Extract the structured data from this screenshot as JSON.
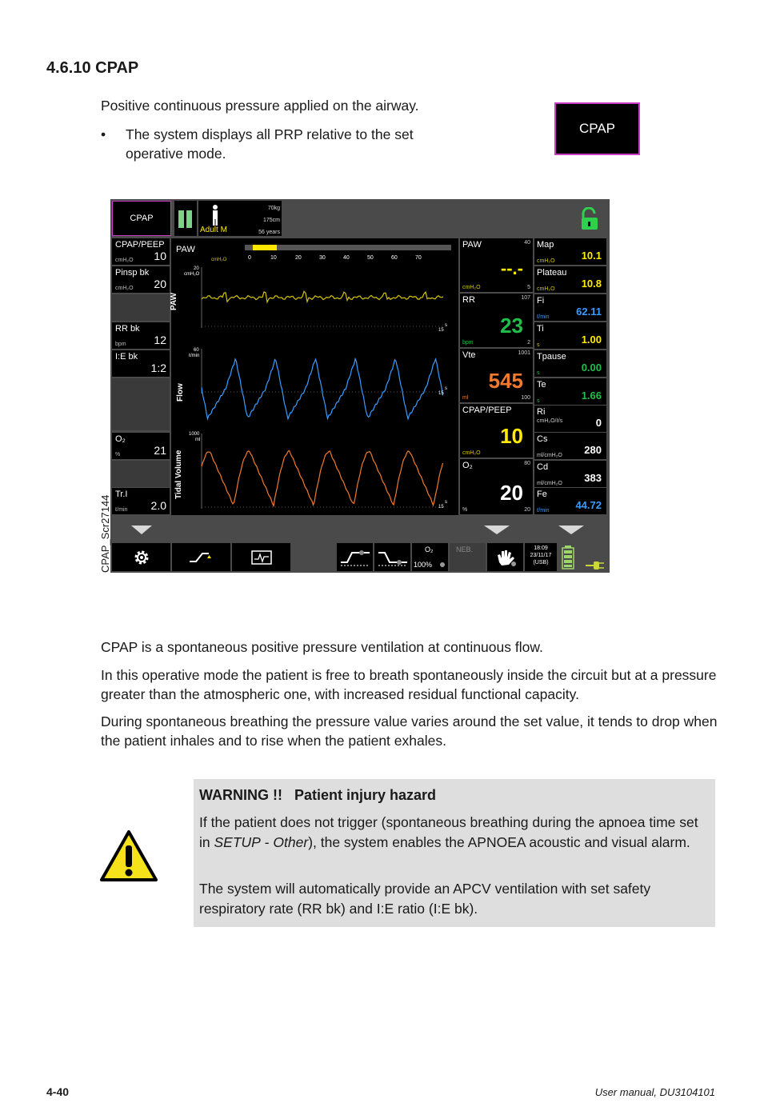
{
  "section": {
    "heading": "4.6.10 CPAP",
    "intro": "Positive continuous pressure applied on the airway.",
    "bullet": "The system displays all PRP relative to the set operative mode.",
    "bullet_marker": "•",
    "mode_button_label": "CPAP"
  },
  "screen": {
    "mode_label": "CPAP",
    "patient": {
      "type": "Adult M",
      "weight": "70kg",
      "height": "175cm",
      "age": "56 years"
    },
    "left_params": [
      {
        "label": "CPAP/PEEP",
        "unit": "cmH₂O",
        "value": "10"
      },
      {
        "label": "Pinsp bk",
        "unit": "cmH₂O",
        "value": "20"
      },
      {
        "label": "RR bk",
        "unit": "bpm",
        "value": "12"
      },
      {
        "label": "I:E bk",
        "unit": "",
        "value": "1:2"
      },
      {
        "label": "O₂",
        "unit": "%",
        "value": "21"
      },
      {
        "label": "Tr.I",
        "unit": "ℓ/min",
        "value": "2.0"
      }
    ],
    "paw_bar": {
      "label": "PAW",
      "unit": "cmH₂O",
      "ticks": [
        "0",
        "10",
        "20",
        "30",
        "40",
        "50",
        "60",
        "70"
      ]
    },
    "waveforms": [
      {
        "label": "PAW",
        "scale_top": "20",
        "scale_unit": "cmH₂O",
        "time_end": "15",
        "time_unit": "s"
      },
      {
        "label": "Flow",
        "scale_top": "60",
        "scale_unit": "ℓ/min",
        "time_end": "15",
        "time_unit": "s"
      },
      {
        "label": "Tidal Volume",
        "scale_top": "1000",
        "scale_unit": "ml",
        "time_end": "15",
        "time_unit": "s"
      }
    ],
    "main_measures": [
      {
        "label": "PAW",
        "value": "--.-",
        "unit": "cmH₂O",
        "high": "40",
        "low": "5"
      },
      {
        "label": "RR",
        "value": "23",
        "unit": "bpm",
        "high": "107",
        "low": "2"
      },
      {
        "label": "Vte",
        "value": "545",
        "unit": "ml",
        "high": "1001",
        "low": "100"
      },
      {
        "label": "CPAP/PEEP",
        "value": "10",
        "unit": "cmH₂O",
        "high": "",
        "low": ""
      },
      {
        "label": "O₂",
        "value": "20",
        "unit": "%",
        "high": "80",
        "low": "20"
      }
    ],
    "right_measures": [
      {
        "label": "Map",
        "unit": "cmH₂O",
        "value": "10.1"
      },
      {
        "label": "Plateau",
        "unit": "cmH₂O",
        "value": "10.8"
      },
      {
        "label": "Fi",
        "unit": "ℓ/min",
        "value": "62.11"
      },
      {
        "label": "Ti",
        "unit": "s",
        "value": "1.00"
      },
      {
        "label": "Tpause",
        "unit": "s",
        "value": "0.00"
      },
      {
        "label": "Te",
        "unit": "s",
        "value": "1.66"
      },
      {
        "label": "Ri",
        "unit": "cmH₂O/ℓ/s",
        "value": "0"
      },
      {
        "label": "Cs",
        "unit": "ml/cmH₂O",
        "value": "280"
      },
      {
        "label": "Cd",
        "unit": "ml/cmH₂O",
        "value": "383"
      },
      {
        "label": "Fe",
        "unit": "ℓ/min",
        "value": "44.72"
      }
    ],
    "toolbar": {
      "o2_label": "O₂",
      "o2_value": "100%",
      "neb_label": "NEB.",
      "time": "18:09",
      "date": "23/11/17",
      "usb": "(USB)"
    },
    "colors": {
      "paw_wave": "#d4c400",
      "flow_wave": "#3a9cff",
      "volume_wave": "#f07a2d",
      "rr_value": "#1fbf4a",
      "vte_value": "#f07a2d",
      "cpap_value": "#ffea00",
      "mode_border": "#c93cc5"
    }
  },
  "figure_caption": "CPAP_Scr27144",
  "paragraphs": [
    "CPAP is a spontaneous positive pressure ventilation at continuous flow.",
    "In this operative mode the patient is free to breath spontaneously inside the circuit but at a pressure greater than the atmospheric one, with increased residual functional capacity.",
    "During spontaneous breathing the pressure value varies around the set value, it tends to drop when the patient inhales and to rise when the patient exhales."
  ],
  "warning": {
    "title": "WARNING !!   Patient injury hazard",
    "p1_before": "If the patient does not trigger (spontaneous breathing during the apnoea time set in ",
    "p1_italic1": "SETUP",
    "p1_sep": " - ",
    "p1_italic2": "Other",
    "p1_after": "), the system enables the APNOEA acoustic and visual alarm.",
    "p2": "The system will automatically provide an APCV ventilation with set safety respiratory rate (RR bk) and I:E ratio (I:E bk)."
  },
  "footer": {
    "page": "4-40",
    "manual": "User manual, DU3104101"
  }
}
